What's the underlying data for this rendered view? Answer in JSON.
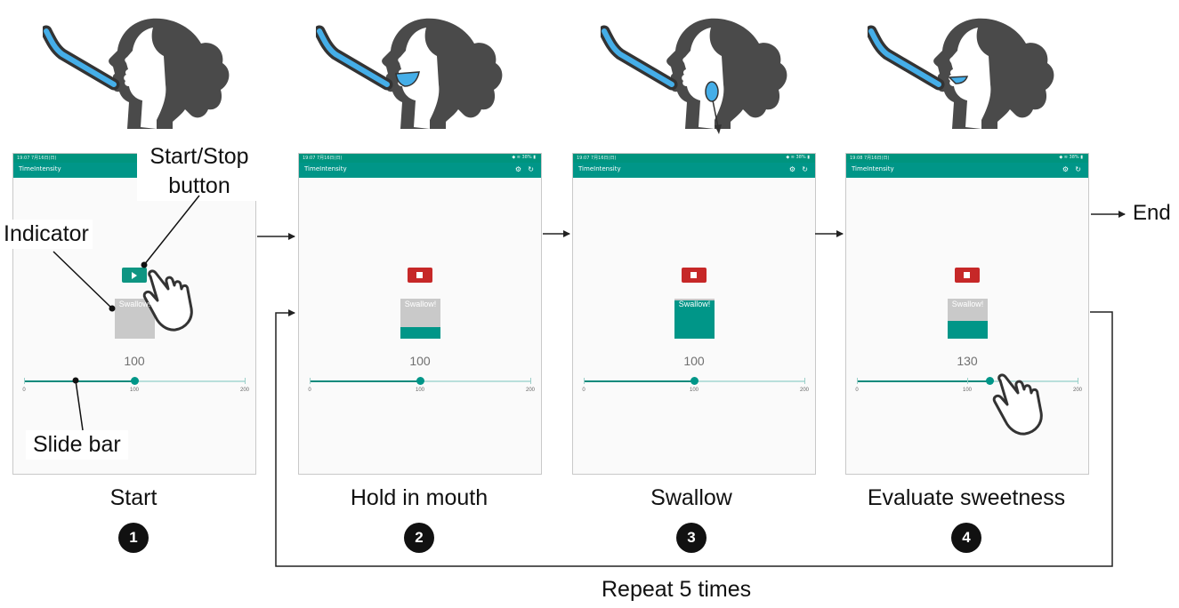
{
  "steps": [
    {
      "label": "Start",
      "number": "1",
      "value": "100",
      "button": "play",
      "fill": 0,
      "show_tube": true,
      "bolus": "none"
    },
    {
      "label": "Hold in mouth",
      "number": "2",
      "value": "100",
      "button": "stop",
      "fill": 0.28,
      "show_tube": true,
      "bolus": "mouth"
    },
    {
      "label": "Swallow",
      "number": "3",
      "value": "100",
      "button": "stop",
      "fill": 0.95,
      "show_tube": true,
      "bolus": "throat"
    },
    {
      "label": "Evaluate sweetness",
      "number": "4",
      "value": "130",
      "button": "stop",
      "fill": 0.45,
      "show_tube": true,
      "bolus": "small"
    }
  ],
  "app": {
    "title": "TimeIntensity",
    "status_time": [
      "19:07  7月16日(日)",
      "19:07  7月16日(日)",
      "19:07  7月16日(日)",
      "19:08  7月16日(日)"
    ],
    "status_right": "◆ ≋ 38% ▮",
    "indicator_label": "Swallow!",
    "slider_min": "0",
    "slider_mid": "100",
    "slider_max": "200",
    "slider_values": [
      100,
      100,
      100,
      120
    ]
  },
  "callouts": {
    "start_stop_line1": "Start/Stop",
    "start_stop_line2": "button",
    "indicator": "Indicator",
    "slide_bar": "Slide bar"
  },
  "flow": {
    "end": "End",
    "repeat": "Repeat 5 times"
  },
  "colors": {
    "teal": "#009688",
    "red": "#c62828",
    "tube_blue": "#45aee8",
    "hair": "#4a4a4a"
  }
}
